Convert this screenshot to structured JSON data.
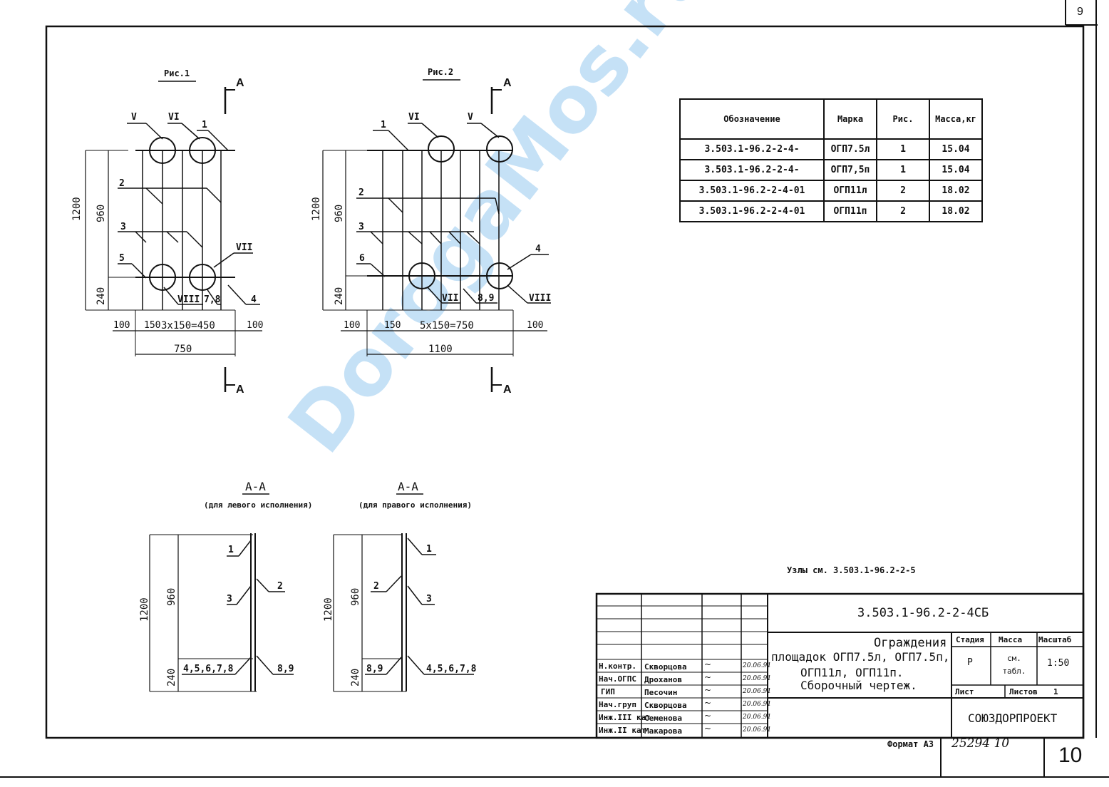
{
  "sheet_number_top": "9",
  "sheet_number_bottom": "10",
  "inventory_number": "25294 10",
  "format_label": "Формат А3",
  "fig1": {
    "title": "Рис.1",
    "section_mark": "А",
    "labels": {
      "v": "V",
      "vi": "VI",
      "n1": "1",
      "n2": "2",
      "n3": "3",
      "n5": "5",
      "vii": "VII",
      "viii": "VIII",
      "n78": "7,8",
      "n4": "4"
    },
    "dims": {
      "h1200": "1200",
      "h960": "960",
      "h240": "240",
      "w100a": "100",
      "w150": "150",
      "w3x150": "3x150=450",
      "w100b": "100",
      "w750": "750"
    }
  },
  "fig2": {
    "title": "Рис.2",
    "section_mark": "А",
    "labels": {
      "n1": "1",
      "vi": "VI",
      "v": "V",
      "n2": "2",
      "n3": "3",
      "n6": "6",
      "n4": "4",
      "vii": "VII",
      "n89": "8,9",
      "viii": "VIII"
    },
    "dims": {
      "h1200": "1200",
      "h960": "960",
      "h240": "240",
      "w100a": "100",
      "w150": "150",
      "w5x150": "5x150=750",
      "w100b": "100",
      "w1100": "1100"
    }
  },
  "section_left": {
    "title": "А-А",
    "subtitle": "(для левого исполнения)",
    "labels": {
      "n1": "1",
      "n2": "2",
      "n3": "3",
      "n45678": "4,5,6,7,8",
      "n89": "8,9"
    },
    "dims": {
      "h1200": "1200",
      "h960": "960",
      "h240": "240"
    }
  },
  "section_right": {
    "title": "А-А",
    "subtitle": "(для правого исполнения)",
    "labels": {
      "n1": "1",
      "n2": "2",
      "n3": "3",
      "n89": "8,9",
      "n45678": "4,5,6,7,8"
    },
    "dims": {
      "h1200": "1200",
      "h960": "960",
      "h240": "240"
    }
  },
  "spec_table": {
    "headers": [
      "Обозначение",
      "Марка",
      "Рис.",
      "Масса,кг"
    ],
    "rows": [
      [
        "3.503.1-96.2-2-4-",
        "ОГП7.5л",
        "1",
        "15.04"
      ],
      [
        "3.503.1-96.2-2-4-",
        "ОГП7,5п",
        "1",
        "15.04"
      ],
      [
        "3.503.1-96.2-2-4-01",
        "ОГП11л",
        "2",
        "18.02"
      ],
      [
        "3.503.1-96.2-2-4-01",
        "ОГП11п",
        "2",
        "18.02"
      ]
    ]
  },
  "nodes_note": "Узлы см. 3.503.1-96.2-2-5",
  "title_block": {
    "doc_code": "3.503.1-96.2-2-4СБ",
    "title_lines": [
      "Ограждения",
      "площадок ОГП7.5л, ОГП7.5п,",
      "ОГП11л, ОГП11п.",
      "Сборочный чертеж."
    ],
    "stage_label": "Стадия",
    "mass_label": "Масса",
    "scale_label": "Масштаб",
    "stage_value": "Р",
    "mass_value": "см. табл.",
    "scale_value": "1:50",
    "sheet_label": "Лист",
    "sheets_label": "Листов",
    "sheets_value": "1",
    "organization": "СОЮЗДОРПРОЕКТ",
    "signers": [
      {
        "role": "Н.контр.",
        "name": "Скворцова",
        "date": "20.06.91"
      },
      {
        "role": "Нач.ОГПС",
        "name": "Дроханов",
        "date": "20.06.91"
      },
      {
        "role": "ГИП",
        "name": "Песочин",
        "date": "20.06.91"
      },
      {
        "role": "Нач.груп",
        "name": "Скворцова",
        "date": "20.06.91"
      },
      {
        "role": "Инж.III кат",
        "name": "Семенова",
        "date": "20.06.91"
      },
      {
        "role": "Инж.II кат",
        "name": "Макарова",
        "date": "20.06.91"
      }
    ]
  },
  "watermark": "DorogaMos.ru"
}
